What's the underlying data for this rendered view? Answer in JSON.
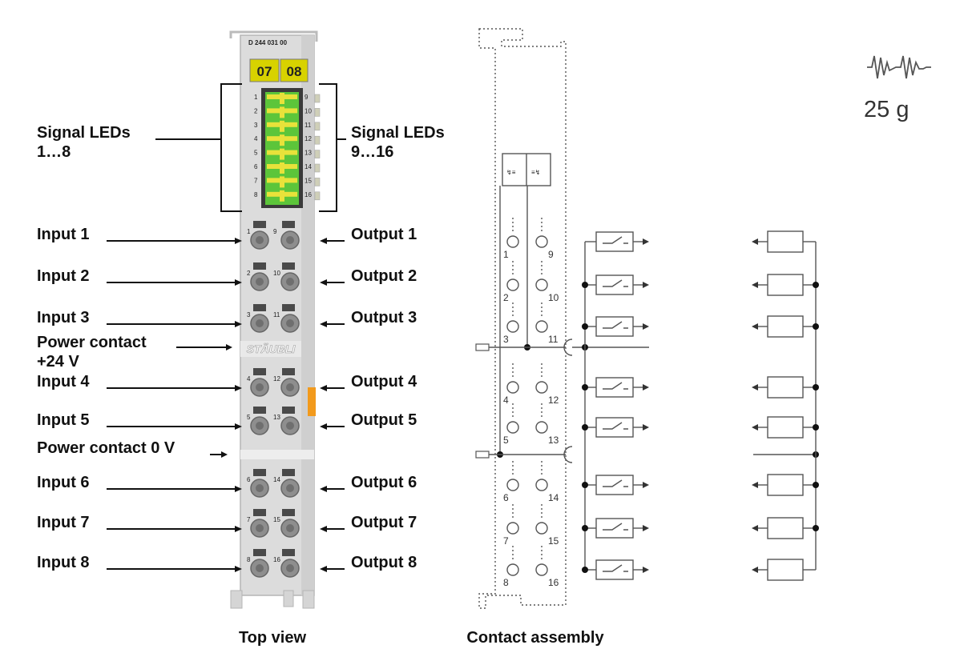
{
  "module": {
    "part_number": "D 244 031 00",
    "channel_labels": [
      "07",
      "08"
    ],
    "brand": "STÄUBLI",
    "left_led_numbers": [
      "1",
      "2",
      "3",
      "4",
      "5",
      "6",
      "7",
      "8"
    ],
    "right_led_numbers": [
      "9",
      "10",
      "11",
      "12",
      "13",
      "14",
      "15",
      "16"
    ]
  },
  "labels": {
    "signal_leds_left_line1": "Signal LEDs",
    "signal_leds_left_line2": "1…8",
    "signal_leds_right_line1": "Signal LEDs",
    "signal_leds_right_line2": "9…16",
    "inputs": [
      "Input 1",
      "Input 2",
      "Input 3",
      "Input 4",
      "Input 5",
      "Input 6",
      "Input 7",
      "Input 8"
    ],
    "outputs": [
      "Output 1",
      "Output 2",
      "Output 3",
      "Output 4",
      "Output 5",
      "Output 6",
      "Output 7",
      "Output 8"
    ],
    "power_24_line1": "Power contact",
    "power_24_line2": "+24 V",
    "power_0": "Power contact 0 V"
  },
  "captions": {
    "top_view": "Top view",
    "contact_assembly": "Contact assembly"
  },
  "weight": "25 g",
  "schematic": {
    "terminal_numbers": [
      "1",
      "2",
      "3",
      "4",
      "5",
      "6",
      "7",
      "8",
      "9",
      "10",
      "11",
      "12",
      "13",
      "14",
      "15",
      "16"
    ]
  },
  "colors": {
    "module_body": "#dcdcdc",
    "label_yellow": "#d8d200",
    "led_green": "#5cc53a",
    "led_yellow": "#e8e23a",
    "orange_tab": "#f29a1c"
  }
}
